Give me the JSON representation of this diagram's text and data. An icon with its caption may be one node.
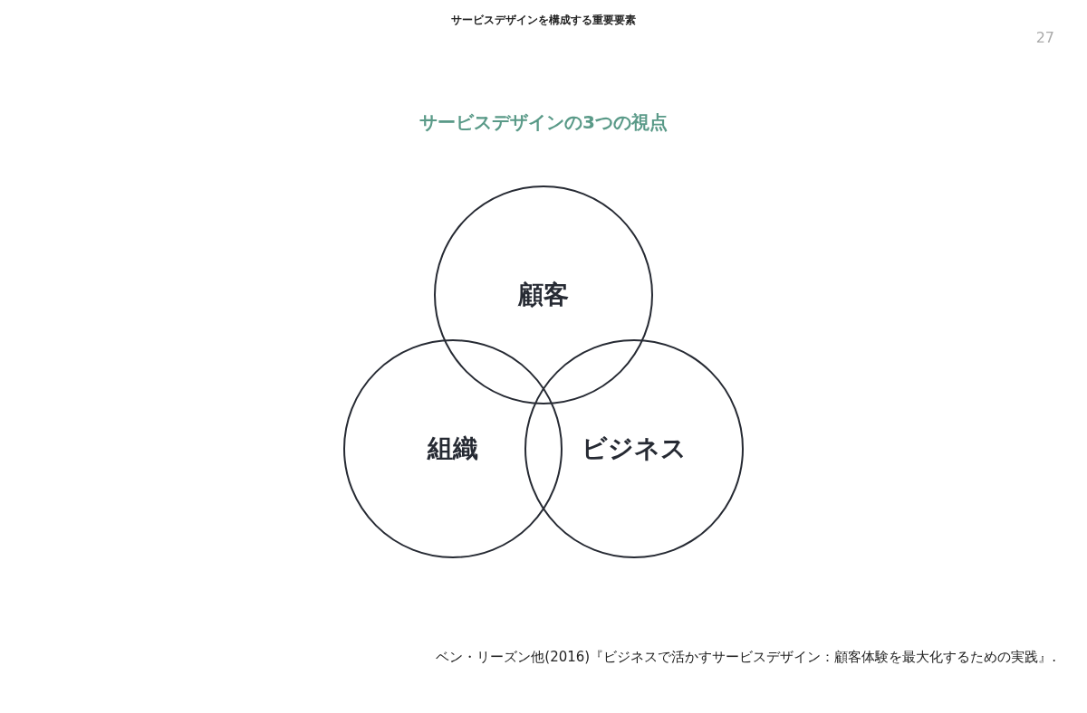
{
  "diagram": {
    "title": "サービスデザインの3つの視点",
    "caption": "ベン・リーズン他(2016)『ビジネスで活かすサービスデザイン：顧客体験を最大化するための実践』.",
    "nodes": [
      {
        "text": [
          "顧客"
        ]
      },
      {
        "text": [
          "組織"
        ]
      },
      {
        "text": [
          "ビジネス"
        ]
      }
    ],
    "labels": [
      "サービスデザインを構成する重要要素",
      "27"
    ]
  }
}
